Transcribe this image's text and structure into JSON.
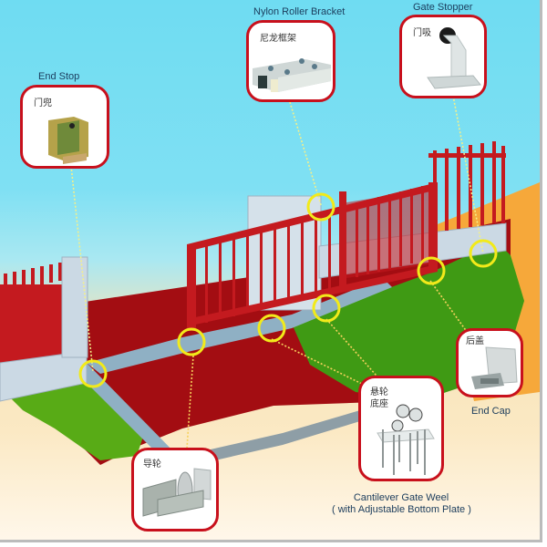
{
  "diagram": {
    "type": "cantilever sliding gate hardware components",
    "colors": {
      "callout_border": "#c8101c",
      "gate_red": "#c41a1f",
      "ground_red": "#a30d12",
      "grass": "#3f9a14",
      "highlight_circle": "#f2ea1a",
      "leader_line": "#f4f08a",
      "sky": "#79def2"
    },
    "components": [
      {
        "id": "end_stop",
        "label_en": "End Stop",
        "label_cn": "门兜",
        "icon": "end-stop-bracket-icon"
      },
      {
        "id": "nylon_roller_bracket",
        "label_en": "Nylon Roller Bracket",
        "label_cn": "尼龙框架",
        "icon": "roller-bracket-icon"
      },
      {
        "id": "gate_stopper",
        "label_en": "Gate Stopper",
        "label_cn": "门吸",
        "icon": "gate-stopper-icon"
      },
      {
        "id": "end_cap",
        "label_en": "End Cap",
        "label_cn": "后盖",
        "icon": "end-cap-icon"
      },
      {
        "id": "cantilever_wheel",
        "label_en": "Cantilever Gate Weel",
        "label_en_sub": "( with Adjustable Bottom Plate )",
        "label_cn_line1": "悬轮",
        "label_cn_line2": "底座",
        "icon": "cantilever-wheel-icon"
      },
      {
        "id": "guide_wheel",
        "label_cn": "导轮",
        "icon": "guide-wheel-icon"
      }
    ]
  }
}
